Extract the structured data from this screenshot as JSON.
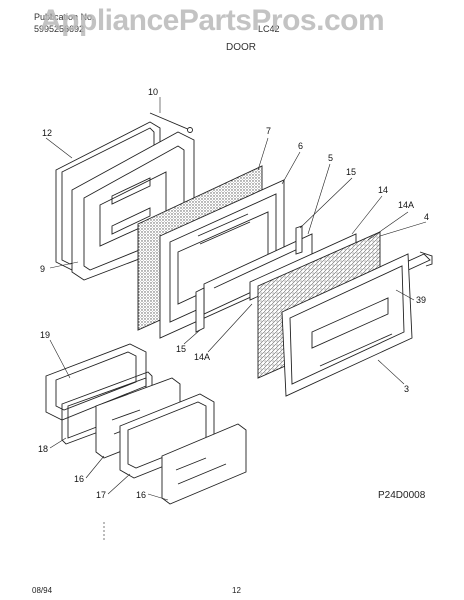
{
  "header": {
    "publication_label": "Publication No.",
    "publication_number": "5995256692",
    "model": "LC42",
    "section_title": "DOOR"
  },
  "watermark": "AppliancePartsPros.com",
  "part_labels": {
    "p10": "10",
    "p12": "12",
    "p7": "7",
    "p6": "6",
    "p5": "5",
    "p15a": "15",
    "p14": "14",
    "p14Aa": "14A",
    "p4": "4",
    "p9": "9",
    "p39": "39",
    "p15b": "15",
    "p14Ab": "14A",
    "p3": "3",
    "p19": "19",
    "p18": "18",
    "p16a": "16",
    "p17": "17",
    "p16b": "16"
  },
  "diagram_code": "P24D0008",
  "footer": {
    "date": "08/94",
    "page": "12"
  }
}
